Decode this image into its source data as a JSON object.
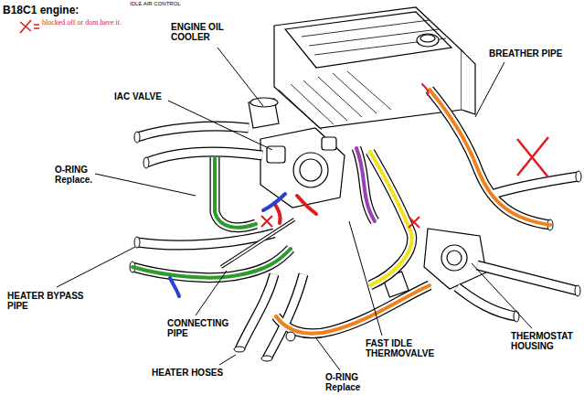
{
  "diagram": {
    "title": "B18C1 engine:",
    "labels": [
      "IDLE AIR CONTROL",
      "ENGINE OIL COOLER",
      "BREATHER PIPE",
      "IAC VALVE",
      "O-RING Replace.",
      "HEATER BYPASS PIPE",
      "CONNECTING PIPE",
      "HEATER HOSES",
      "FAST IDLE THERMOVALVE",
      "THERMOSTAT HOUSING",
      "O-RING Replace"
    ],
    "legend": [
      {
        "text": "blocked off or dont have it."
      }
    ]
  }
}
